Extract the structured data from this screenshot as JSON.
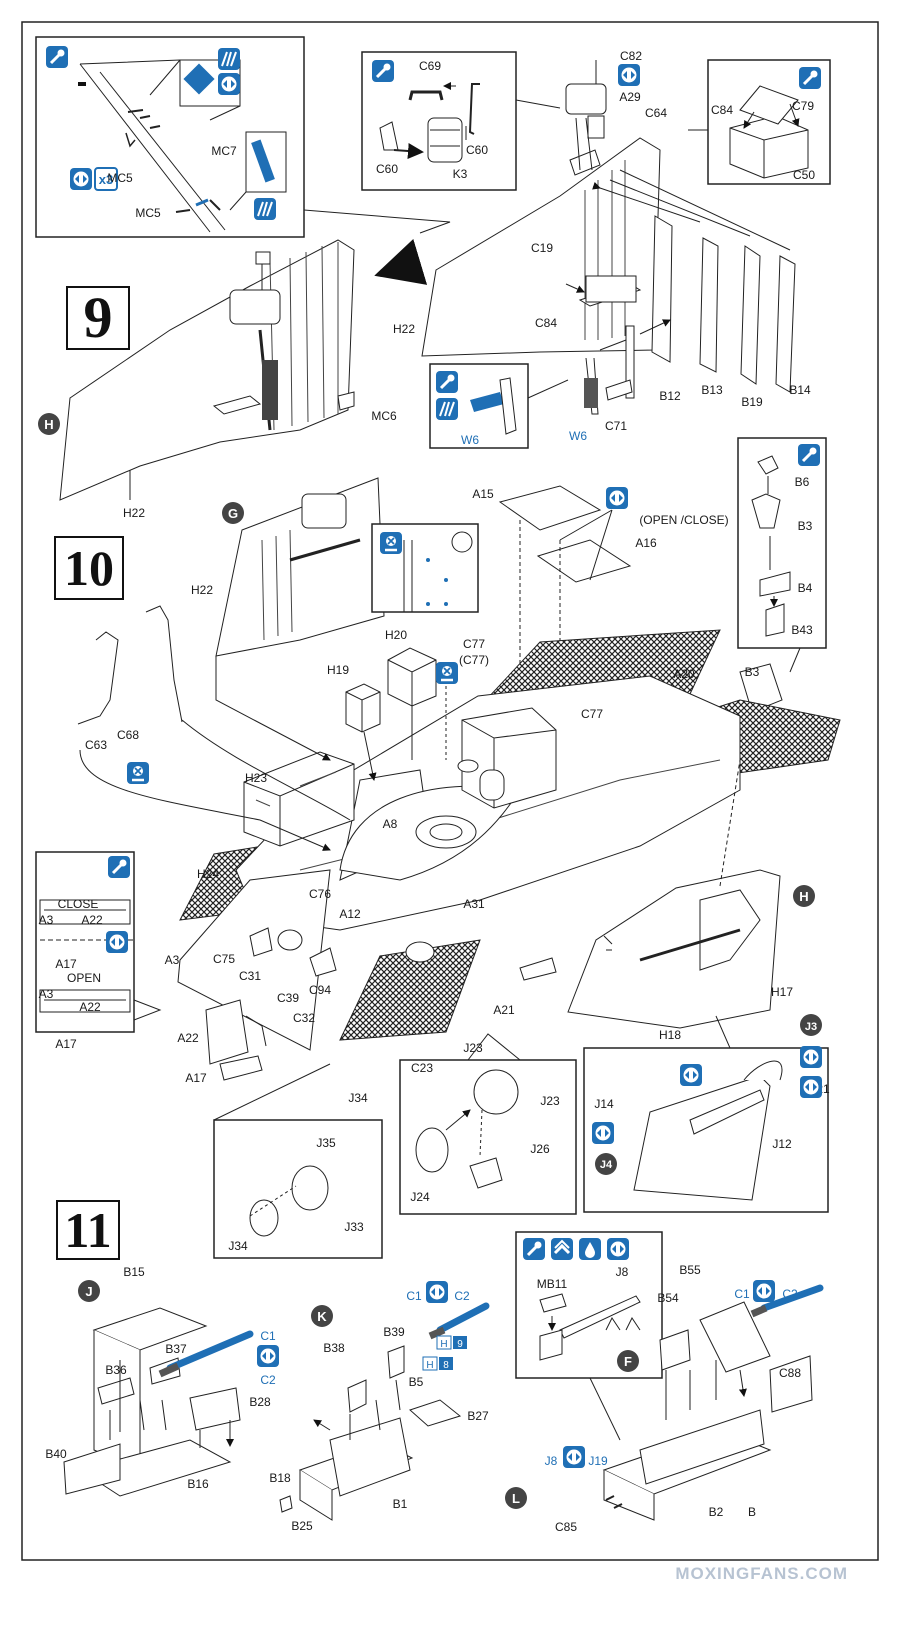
{
  "steps": {
    "s9": "9",
    "s10": "10",
    "s11": "11"
  },
  "notes": {
    "open_close": "(OPEN /CLOSE)",
    "close": "CLOSE",
    "open": "OPEN"
  },
  "views": {
    "H_a": "H",
    "G": "G",
    "H_b": "H",
    "J": "J",
    "K": "K",
    "F": "F",
    "L": "L",
    "J3": "J3",
    "J4": "J4"
  },
  "badges": {
    "x3": "x3",
    "h9a": "H",
    "h9b": "9",
    "h8a": "H",
    "h8b": "8"
  },
  "watermark": "MOXINGFANS.COM",
  "labels": {
    "C82": "C82",
    "A29": "A29",
    "C64": "C64",
    "C69": "C69",
    "C60a": "C60",
    "C60b": "C60",
    "K3": "K3",
    "C84a": "C84",
    "C79": "C79",
    "C50": "C50",
    "MC7": "MC7",
    "MC5a": "MC5",
    "MC5b": "MC5",
    "MC6": "MC6",
    "C19": "C19",
    "H22a": "H22",
    "C84b": "C84",
    "B12": "B12",
    "B13": "B13",
    "B19": "B19",
    "B14": "B14",
    "W6a": "W6",
    "W6b": "W6",
    "C71": "C71",
    "H22b": "H22",
    "A15": "A15",
    "A16": "A16",
    "B6": "B6",
    "B3a": "B3",
    "B4": "B4",
    "B43": "B43",
    "B3b": "B3",
    "H22c": "H22",
    "H20": "H20",
    "H19": "H19",
    "C77": "C77",
    "C77p": "(C77)",
    "A20": "A20",
    "C77b": "C77",
    "C63": "C63",
    "C68": "C68",
    "H23": "H23",
    "A8": "A8",
    "H24": "H24",
    "C76": "C76",
    "A12": "A12",
    "A31": "A31",
    "A3a": "A3",
    "A22a": "A22",
    "A17a": "A17",
    "A3b": "A3",
    "A22b": "A22",
    "A17b": "A17",
    "A3c": "A3",
    "C75": "C75",
    "C31": "C31",
    "C94": "C94",
    "C39": "C39",
    "C32": "C32",
    "A21": "A21",
    "A22c": "A22",
    "A17c": "A17",
    "J23a": "J23",
    "C23": "C23",
    "J34a": "J34",
    "H17": "H17",
    "H18": "H18",
    "J21": "J21",
    "J14": "J14",
    "J12": "J12",
    "J35": "J35",
    "J33": "J33",
    "J34b": "J34",
    "J23b": "J23",
    "J24": "J24",
    "J26": "J26",
    "B15": "B15",
    "B37": "B37",
    "C1a": "C1",
    "C2a": "C2",
    "B36": "B36",
    "B28": "B28",
    "B40": "B40",
    "B16": "B16",
    "C1b": "C1",
    "C2b": "C2",
    "B39": "B39",
    "B38": "B38",
    "B5": "B5",
    "B27": "B27",
    "B18": "B18",
    "B25": "B25",
    "B1": "B1",
    "MB11": "MB11",
    "J8a": "J8",
    "B55": "B55",
    "B54": "B54",
    "C1c": "C1",
    "C2c": "C2",
    "C88": "C88",
    "J8b": "J8",
    "J19": "J19",
    "C85": "C85",
    "B2": "B2",
    "B2b": "B"
  }
}
